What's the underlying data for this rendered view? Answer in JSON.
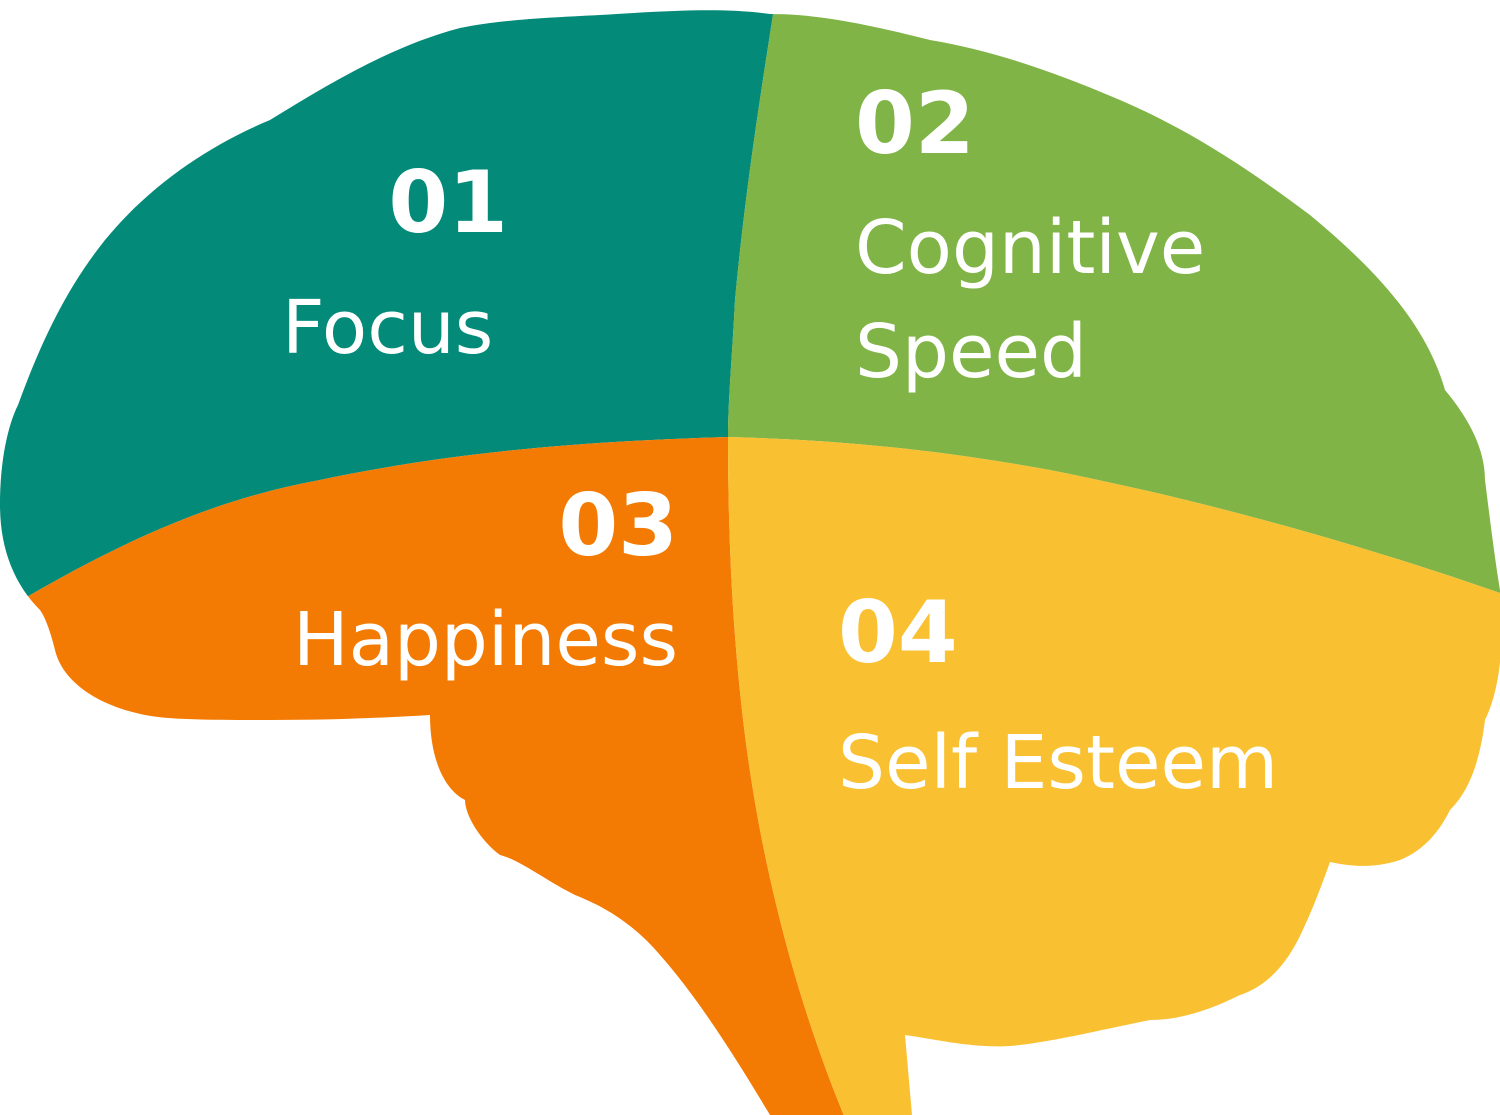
{
  "colors": {
    "background": "#ffffff",
    "text": "#ffffff"
  },
  "segments": [
    {
      "number": "01",
      "label_lines": [
        "Focus"
      ],
      "color": "#038a78"
    },
    {
      "number": "02",
      "label_lines": [
        "Cognitive",
        "Speed"
      ],
      "color": "#80b446"
    },
    {
      "number": "03",
      "label_lines": [
        "Happiness"
      ],
      "color": "#f47b03"
    },
    {
      "number": "04",
      "label_lines": [
        "Self Esteem"
      ],
      "color": "#f9c031"
    }
  ]
}
